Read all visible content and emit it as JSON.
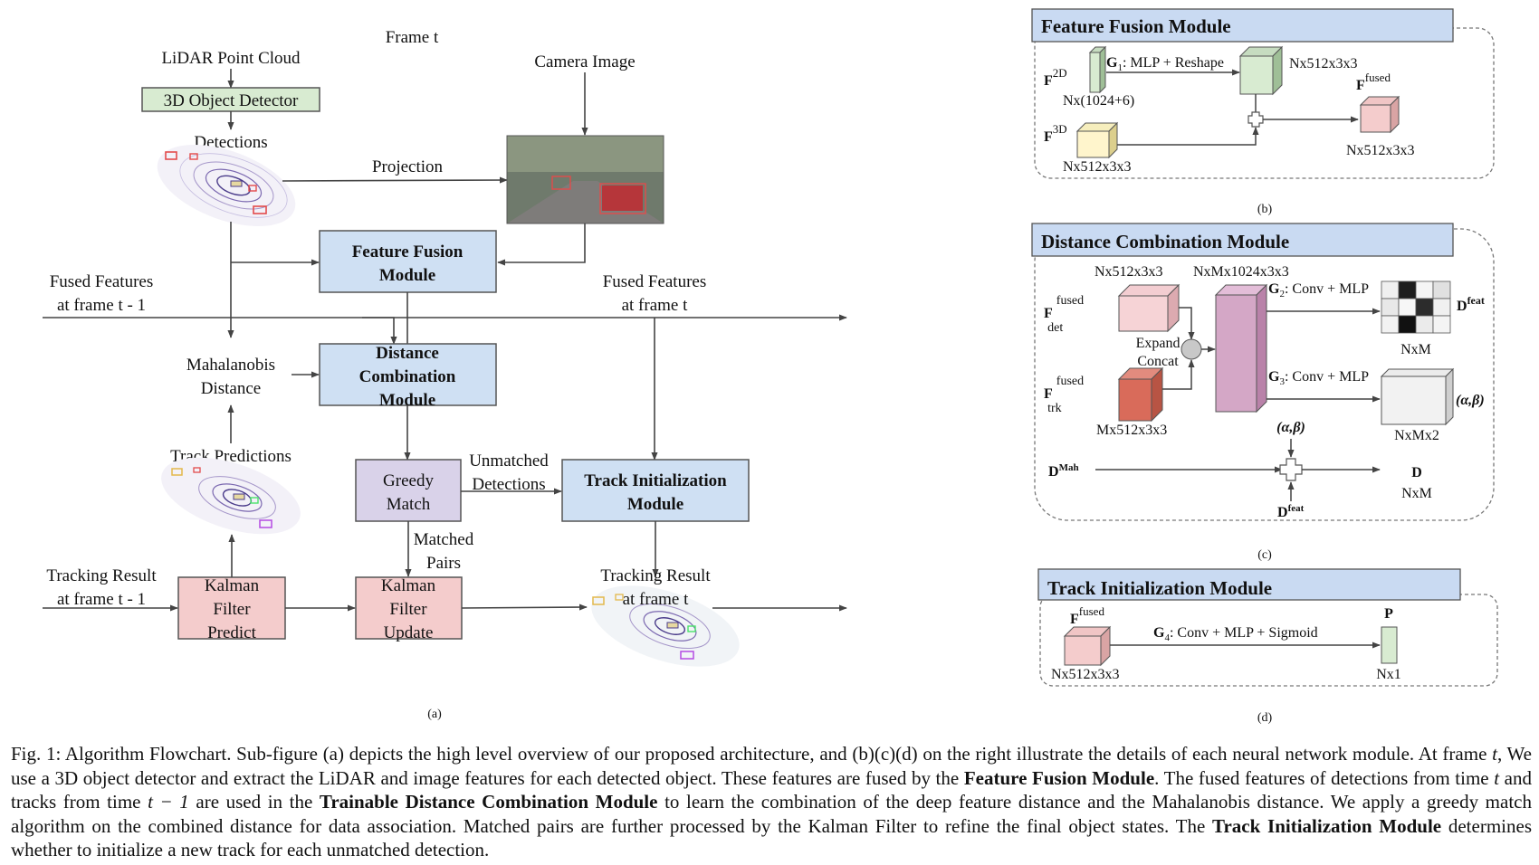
{
  "panel_a": {
    "frame_label": "Frame t",
    "lidar": "LiDAR Point Cloud",
    "detector": "3D Object Detector",
    "detections": "Detections",
    "camera": "Camera Image",
    "projection": "Projection",
    "feature_fusion": [
      "Feature Fusion",
      "Module"
    ],
    "fused_prev": [
      "Fused Features",
      "at frame t - 1"
    ],
    "fused_cur": [
      "Fused Features",
      "at frame t"
    ],
    "mahalanobis": [
      "Mahalanobis",
      "Distance"
    ],
    "distance_comb": [
      "Distance",
      "Combination",
      "Module"
    ],
    "track_predictions": "Track Predictions",
    "greedy": [
      "Greedy",
      "Match"
    ],
    "unmatched": [
      "Unmatched",
      "Detections"
    ],
    "track_init": [
      "Track Initialization",
      "Module"
    ],
    "matched": [
      "Matched",
      "Pairs"
    ],
    "tracking_prev": [
      "Tracking Result",
      "at frame t - 1"
    ],
    "kalman_predict": [
      "Kalman",
      "Filter",
      "Predict"
    ],
    "kalman_update": [
      "Kalman",
      "Filter",
      "Update"
    ],
    "tracking_cur": [
      "Tracking Result",
      "at frame t"
    ],
    "caption": "(a)"
  },
  "panel_b": {
    "title": "Feature Fusion Module",
    "f2d_sup": "2D",
    "f3d_sup": "3D",
    "ffused_sup": "fused",
    "g1_sub": "1",
    "g1_text": ": MLP + Reshape",
    "dim_2d": "Nx(1024+6)",
    "dim_3d": "Nx512x3x3",
    "dim_mid": "Nx512x3x3",
    "dim_out": "Nx512x3x3",
    "caption": "(b)"
  },
  "panel_c": {
    "title": "Distance Combination Module",
    "fdet_sup": "fused",
    "fdet_sub": "det",
    "ftrk_sup": "fused",
    "ftrk_sub": "trk",
    "dim_det": "Nx512x3x3",
    "dim_trk": "Mx512x3x3",
    "dim_mid": "NxMx1024x3x3",
    "expand": [
      "Expand",
      "Concat"
    ],
    "g2_sub": "2",
    "g2_text": ": Conv + MLP",
    "g3_sub": "3",
    "g3_text": ": Conv + MLP",
    "dfeat_sup": "feat",
    "nxm": "NxM",
    "nxmx2": "NxMx2",
    "alpha_beta": "(α,β)",
    "dmah_sup": "Mah",
    "d_label": "D",
    "d_dim": "NxM",
    "caption": "(c)"
  },
  "panel_d": {
    "title": "Track Initialization Module",
    "ffused_sup": "fused",
    "g4_sub": "4",
    "g4_text": ": Conv + MLP + Sigmoid",
    "p_label": "P",
    "dim_in": "Nx512x3x3",
    "dim_out": "Nx1",
    "caption": "(d)"
  },
  "figure_caption": {
    "p1": "Fig. 1: Algorithm Flowchart. Sub-figure (a) depicts the high level overview of our proposed architecture, and (b)(c)(d) on the right illustrate the details of each neural network module. At frame ",
    "p2": ", We use a 3D object detector and extract the LiDAR and image features for each detected object. These features are fused by the ",
    "b1": "Feature Fusion Module",
    "p3": ". The fused features of detections from time ",
    "p4": " and tracks from time ",
    "p5": " are used in the ",
    "b2": "Trainable Distance Combination Module",
    "p6": " to learn the combination of the deep feature distance and the Mahalanobis distance. We apply a greedy match algorithm on the combined distance for data association. Matched pairs are further processed by the Kalman Filter to refine the final object states. The ",
    "b3": "Track Initialization Module",
    "p7": " determines whether to initialize a new track for each unmatched detection.",
    "t": "t",
    "tm1": "t − 1"
  },
  "colors": {
    "blue_box": "#cfe0f3",
    "green_box": "#d8ebd1",
    "pink_box": "#f4cccc",
    "purple_box": "#d9d2e9",
    "title_tab": "#c9daf2",
    "red_cube": "#d96b5a",
    "mauve_cube": "#d4a7c6"
  }
}
